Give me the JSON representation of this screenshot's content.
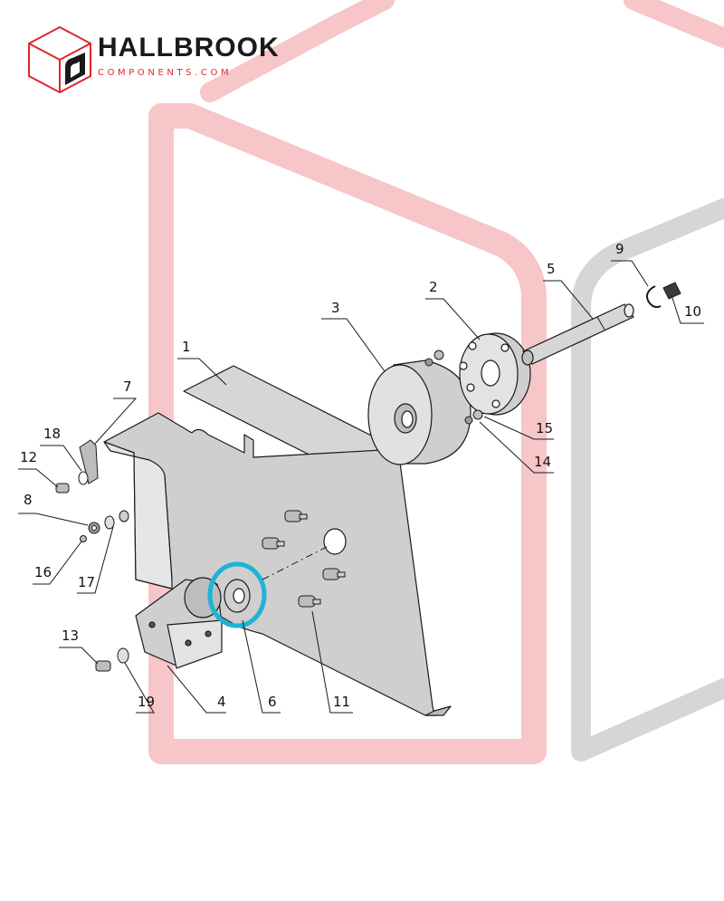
{
  "brand": {
    "name": "HALLBROOK",
    "sub": "COMPONENTS.COM"
  },
  "colors": {
    "accent": "#e0262b",
    "watermark_red": "#f6c6c8",
    "watermark_grey": "#d6d6d6",
    "highlight": "#1fb3d6",
    "part_fill": "#d9d9d9",
    "stroke": "#1a1a1a"
  },
  "callouts": [
    {
      "id": "1",
      "label": "1"
    },
    {
      "id": "2",
      "label": "2"
    },
    {
      "id": "3",
      "label": "3"
    },
    {
      "id": "4",
      "label": "4"
    },
    {
      "id": "5",
      "label": "5"
    },
    {
      "id": "6",
      "label": "6"
    },
    {
      "id": "7",
      "label": "7"
    },
    {
      "id": "8",
      "label": "8"
    },
    {
      "id": "9",
      "label": "9"
    },
    {
      "id": "10",
      "label": "10"
    },
    {
      "id": "11",
      "label": "11"
    },
    {
      "id": "12",
      "label": "12"
    },
    {
      "id": "13",
      "label": "13"
    },
    {
      "id": "14",
      "label": "14"
    },
    {
      "id": "15",
      "label": "15"
    },
    {
      "id": "16",
      "label": "16"
    },
    {
      "id": "17",
      "label": "17"
    },
    {
      "id": "18",
      "label": "18"
    },
    {
      "id": "19",
      "label": "19"
    }
  ],
  "highlighted_part": "6"
}
